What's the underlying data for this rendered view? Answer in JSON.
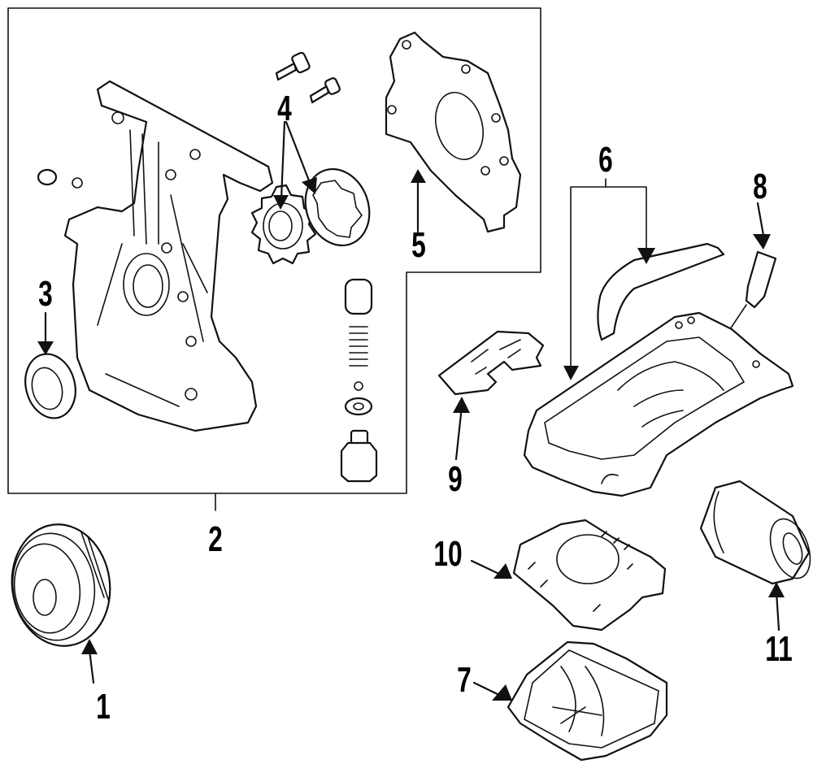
{
  "diagram": {
    "title": "Engine front cover & oil pan exploded parts diagram",
    "callouts": [
      {
        "number": "1",
        "part": "crankshaft-pulley"
      },
      {
        "number": "2",
        "part": "timing-cover-assembly"
      },
      {
        "number": "3",
        "part": "front-crank-seal"
      },
      {
        "number": "4",
        "part": "oil-pump-rotors"
      },
      {
        "number": "5",
        "part": "oil-pump-cover"
      },
      {
        "number": "6",
        "part": "oil-pan-and-gasket"
      },
      {
        "number": "7",
        "part": "lower-oil-pan"
      },
      {
        "number": "8",
        "part": "oil-pressure-sender"
      },
      {
        "number": "9",
        "part": "baffle-plate"
      },
      {
        "number": "10",
        "part": "lower-pan-gasket"
      },
      {
        "number": "11",
        "part": "oil-filter"
      }
    ]
  },
  "colors": {
    "ink": "#111111",
    "background": "#ffffff"
  }
}
